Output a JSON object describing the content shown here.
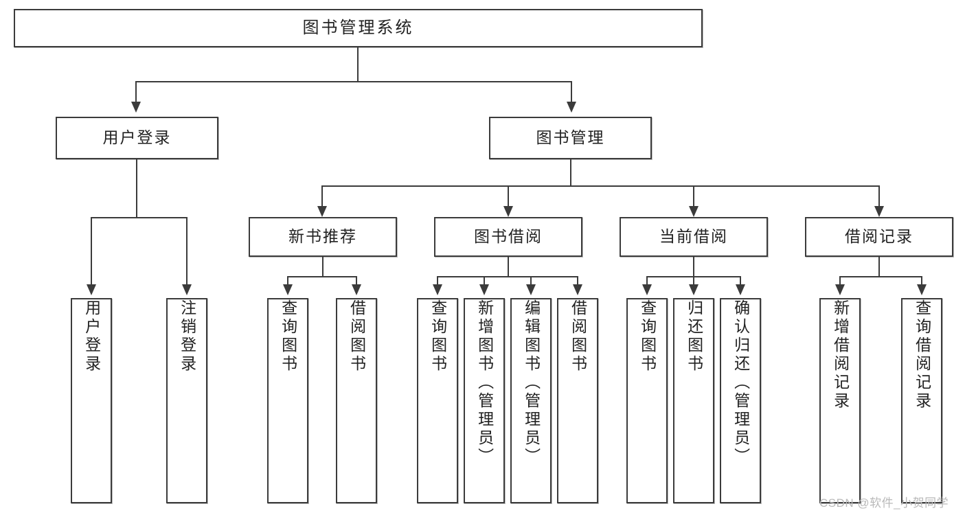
{
  "diagram": {
    "title_text": "图书管理系统",
    "type": "hierarchy-tree",
    "level1": {
      "id": "root",
      "label": "图书管理系统"
    },
    "level2": [
      {
        "id": "user-login",
        "label": "用户登录"
      },
      {
        "id": "book-manage",
        "label": "图书管理"
      }
    ],
    "level3": [
      {
        "id": "new-book-recommend",
        "label": "新书推荐",
        "parent": "book-manage"
      },
      {
        "id": "book-borrow",
        "label": "图书借阅",
        "parent": "book-manage"
      },
      {
        "id": "current-borrow",
        "label": "当前借阅",
        "parent": "book-manage"
      },
      {
        "id": "borrow-record",
        "label": "借阅记录",
        "parent": "book-manage"
      }
    ],
    "leaves": [
      {
        "id": "leaf-user-login",
        "label": "用户登录",
        "parent": "user-login"
      },
      {
        "id": "leaf-logout",
        "label": "注销登录",
        "parent": "user-login"
      },
      {
        "id": "leaf-query-book-1",
        "label": "查询图书",
        "parent": "new-book-recommend"
      },
      {
        "id": "leaf-borrow-book-1",
        "label": "借阅图书",
        "parent": "new-book-recommend"
      },
      {
        "id": "leaf-query-book-2",
        "label": "查询图书",
        "parent": "book-borrow"
      },
      {
        "id": "leaf-add-book-admin",
        "label": "新增图书（管理员）",
        "parent": "book-borrow"
      },
      {
        "id": "leaf-edit-book-admin",
        "label": "编辑图书（管理员）",
        "parent": "book-borrow"
      },
      {
        "id": "leaf-borrow-book-2",
        "label": "借阅图书",
        "parent": "book-borrow"
      },
      {
        "id": "leaf-query-book-3",
        "label": "查询图书",
        "parent": "current-borrow"
      },
      {
        "id": "leaf-return-book",
        "label": "归还图书",
        "parent": "current-borrow"
      },
      {
        "id": "leaf-confirm-return-admin",
        "label": "确认归还（管理员）",
        "parent": "current-borrow"
      },
      {
        "id": "leaf-add-borrow-record",
        "label": "新增借阅记录",
        "parent": "borrow-record"
      },
      {
        "id": "leaf-query-borrow-record",
        "label": "查询借阅记录",
        "parent": "borrow-record"
      }
    ],
    "watermark": "CSDN @软件_小贺同学",
    "colors": {
      "stroke": "#3b3b3b",
      "fill": "#ffffff",
      "text": "#222222",
      "watermark": "#b9b9b9"
    }
  }
}
